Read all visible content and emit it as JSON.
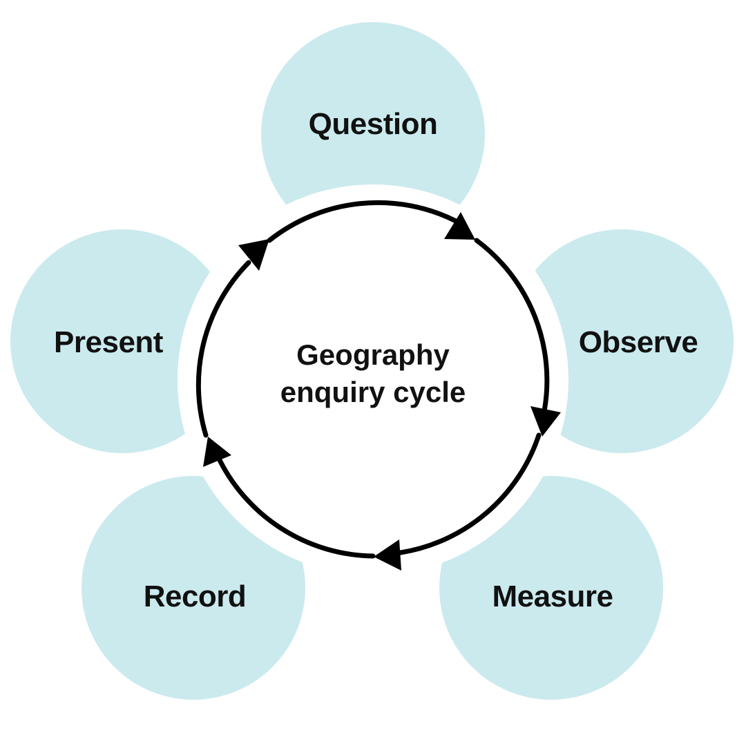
{
  "diagram": {
    "center": {
      "line1": "Geography",
      "line2": "enquiry cycle"
    },
    "stages": [
      {
        "id": "question",
        "label": "Question"
      },
      {
        "id": "observe",
        "label": "Observe"
      },
      {
        "id": "measure",
        "label": "Measure"
      },
      {
        "id": "record",
        "label": "Record"
      },
      {
        "id": "present",
        "label": "Present"
      }
    ],
    "colors": {
      "circle_fill": "#cbeaee",
      "ring_stroke": "#000000",
      "text": "#111111",
      "background": "#ffffff"
    },
    "arrow_direction": "clockwise"
  }
}
